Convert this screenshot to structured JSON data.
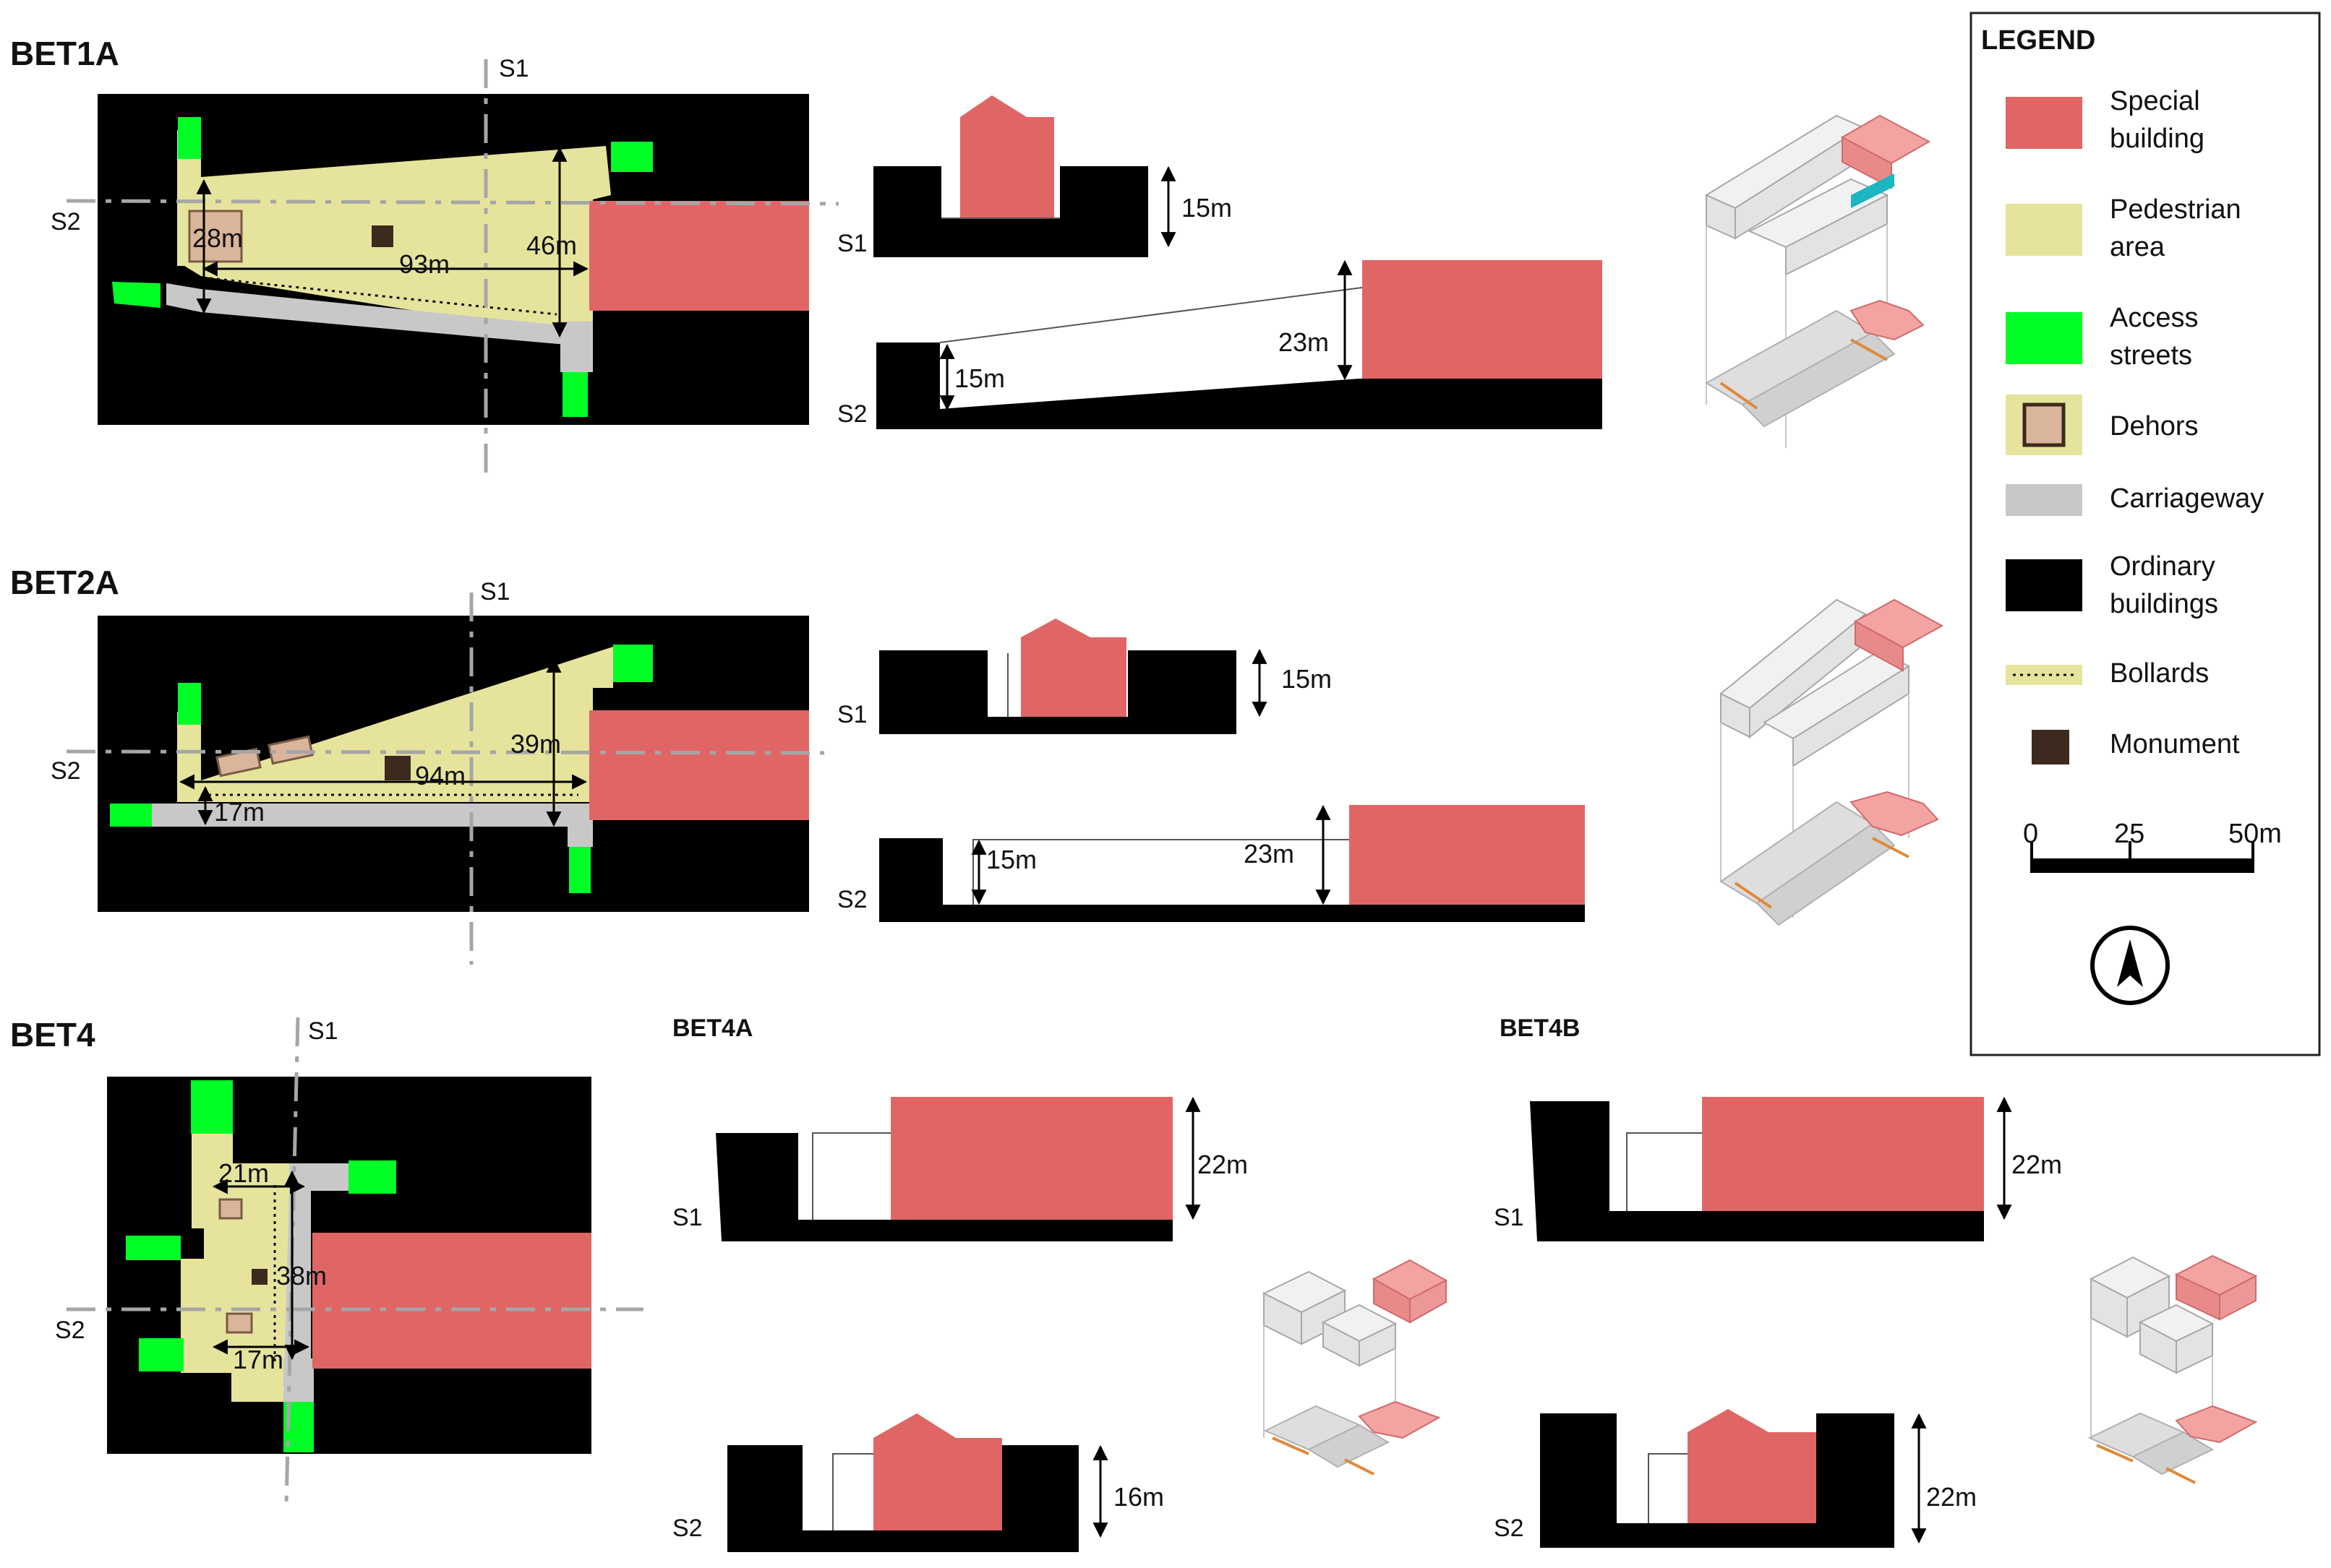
{
  "colors": {
    "special": "#e06666",
    "pedestrian": "#e6e49c",
    "access": "#00ff26",
    "dehors": "#d9b59b",
    "carriageway": "#c8c8c8",
    "ordinary": "#000000",
    "monument": "#3d2a1e",
    "axis": "#a6a6a6"
  },
  "bet1a": {
    "title": "BET1A",
    "s1": "S1",
    "s2": "S2",
    "dim_28": "28m",
    "dim_93": "93m",
    "dim_46": "46m",
    "sec1_label": "S1",
    "sec1_height": "15m",
    "sec2_label": "S2",
    "sec2_left": "15m",
    "sec2_right": "23m"
  },
  "bet2a": {
    "title": "BET2A",
    "s1": "S1",
    "s2": "S2",
    "dim_94": "94m",
    "dim_39": "39m",
    "dim_17": "17m",
    "sec1_label": "S1",
    "sec1_height": "15m",
    "sec2_label": "S2",
    "sec2_left": "15m",
    "sec2_right": "23m"
  },
  "bet4": {
    "title": "BET4",
    "s1": "S1",
    "s2": "S2",
    "dim_21": "21m",
    "dim_38": "38m",
    "dim_17": "17m"
  },
  "bet4a": {
    "title": "BET4A",
    "sec1_label": "S1",
    "sec1_height": "22m",
    "sec2_label": "S2",
    "sec2_height": "16m"
  },
  "bet4b": {
    "title": "BET4B",
    "sec1_label": "S1",
    "sec1_height": "22m",
    "sec2_label": "S2",
    "sec2_height": "22m"
  },
  "legend": {
    "title": "LEGEND",
    "items": [
      {
        "line1": "Special",
        "line2": "building"
      },
      {
        "line1": "Pedestrian",
        "line2": "area"
      },
      {
        "line1": "Access",
        "line2": "streets"
      },
      {
        "line1": "Dehors",
        "line2": ""
      },
      {
        "line1": "Carriageway",
        "line2": ""
      },
      {
        "line1": "Ordinary",
        "line2": "buildings"
      },
      {
        "line1": "Bollards",
        "line2": ""
      },
      {
        "line1": "Monument",
        "line2": ""
      }
    ],
    "scale": {
      "t0": "0",
      "t1": "25",
      "t2": "50m"
    },
    "north_icon": "north-arrow-icon"
  }
}
